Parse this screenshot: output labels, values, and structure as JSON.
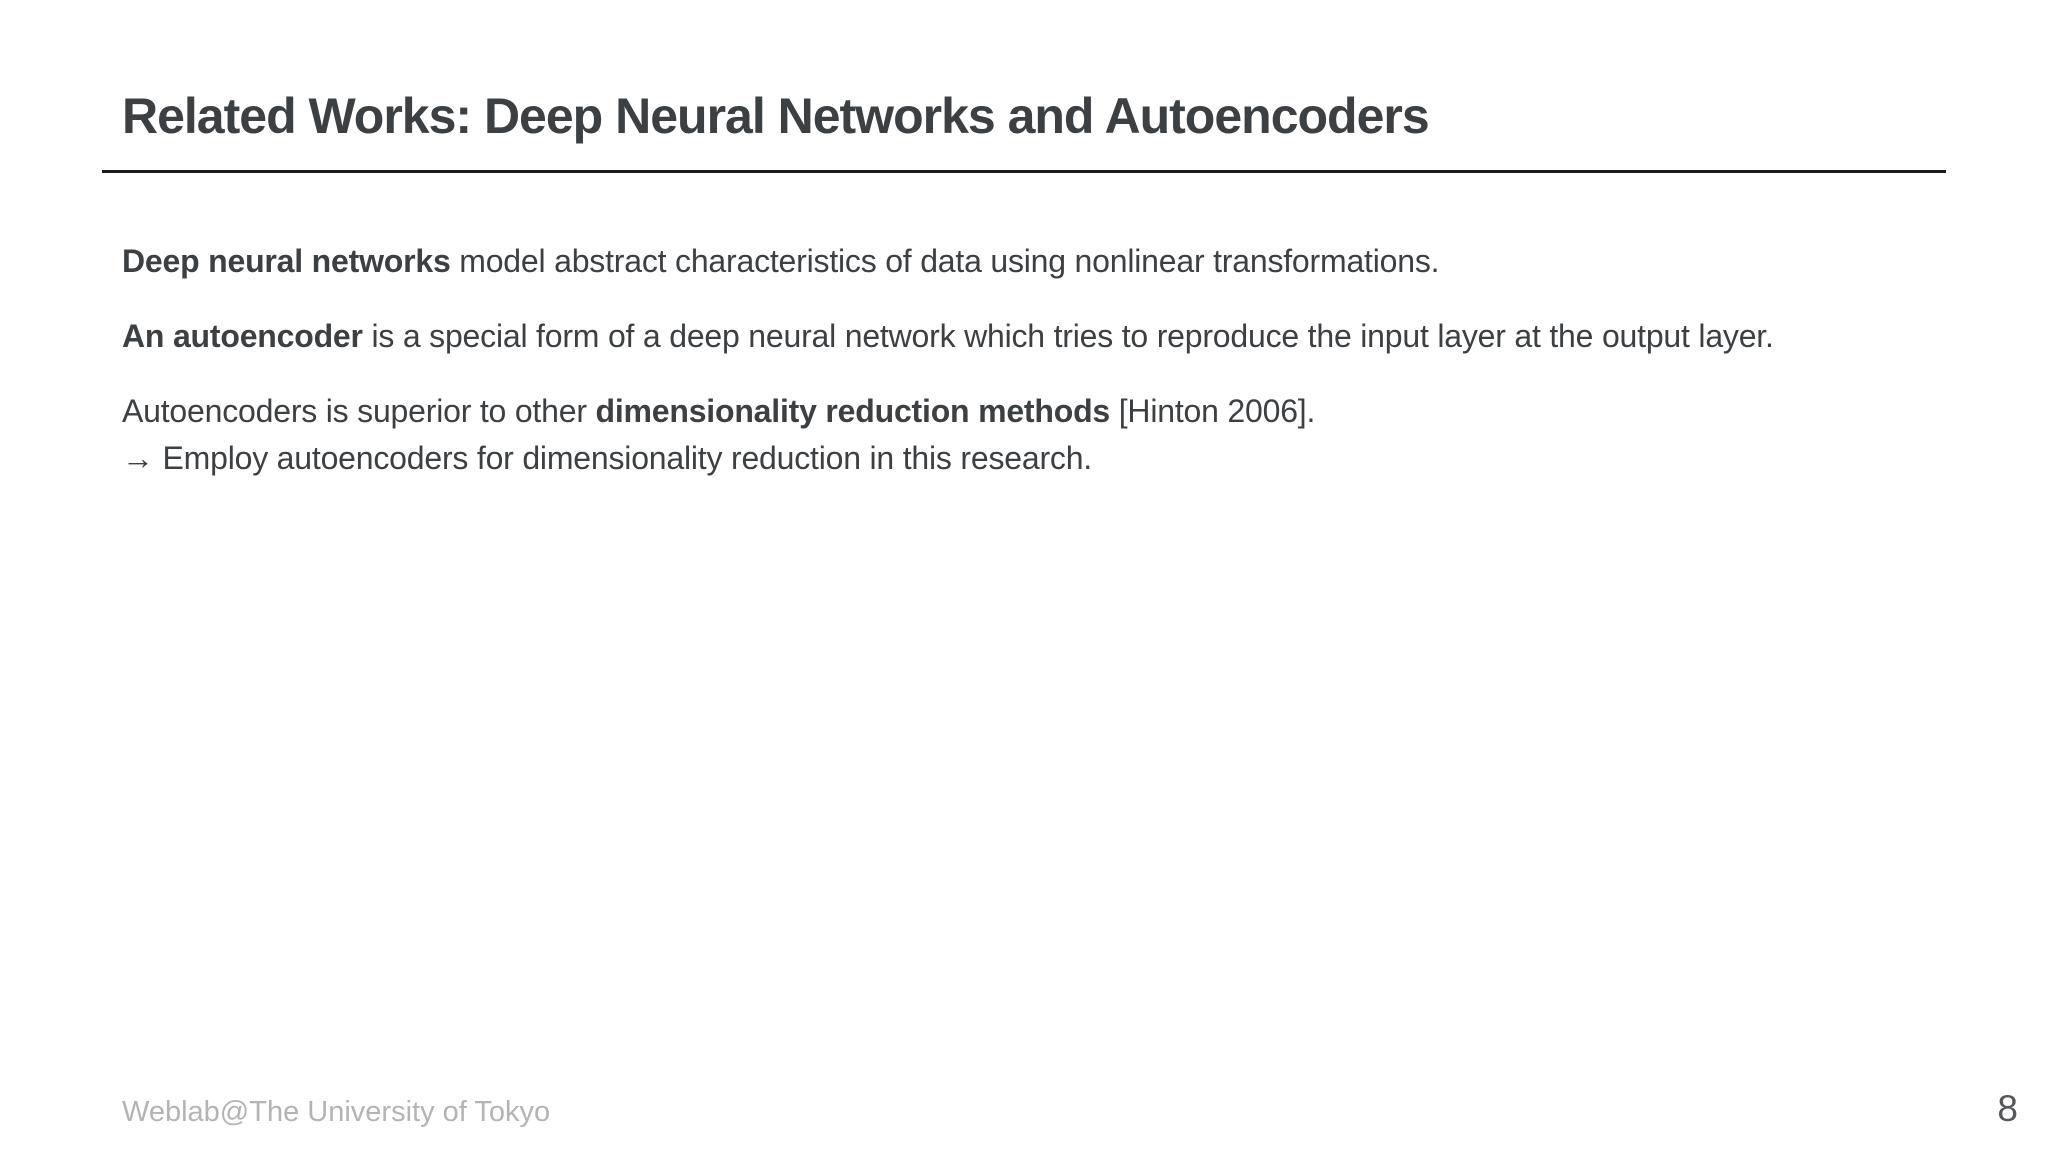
{
  "slide": {
    "title": "Related Works: Deep Neural Networks and Autoencoders",
    "body": {
      "p1": {
        "bold": "Deep neural networks",
        "rest": " model abstract characteristics of data using nonlinear transformations."
      },
      "p2": {
        "bold": "An autoencoder",
        "rest": " is a special form of a deep neural network which tries to reproduce the input layer at the output layer."
      },
      "p3": {
        "pre": "Autoencoders is superior to other ",
        "bold": "dimensionality reduction methods",
        "post": " [Hinton 2006]."
      },
      "p3_line2": "→ Employ autoencoders for dimensionality reduction in this research."
    },
    "footer": {
      "credit": "Weblab@The University of Tokyo",
      "page_number": "8"
    },
    "colors": {
      "background": "#ffffff",
      "text": "#3d4043",
      "rule": "#1b1b1d",
      "footer_credit": "#b4b4b4",
      "page_number": "#55585b"
    }
  }
}
